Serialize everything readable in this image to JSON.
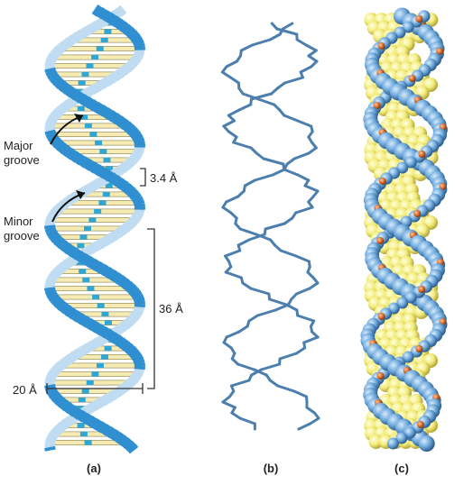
{
  "panels": {
    "a": {
      "caption": "(a)",
      "labels": {
        "major": [
          "Major",
          "groove"
        ],
        "minor": [
          "Minor",
          "groove"
        ],
        "rise": "3.4 Å",
        "pitch": "36 Å",
        "diameter": "20 Å"
      }
    },
    "b": {
      "caption": "(b)"
    },
    "c": {
      "caption": "(c)"
    }
  },
  "colors": {
    "backbone": "#2f8fd0",
    "backbone_light": "#bfdcf2",
    "base": "#f6ebb2",
    "base_stroke": "#8b7d4c",
    "stick": "#4d7fae",
    "oxygen": "#d86a2a",
    "sphere_blue": "#6fa9dc",
    "sphere_yellow": "#f3ec7c",
    "text": "#222222"
  }
}
